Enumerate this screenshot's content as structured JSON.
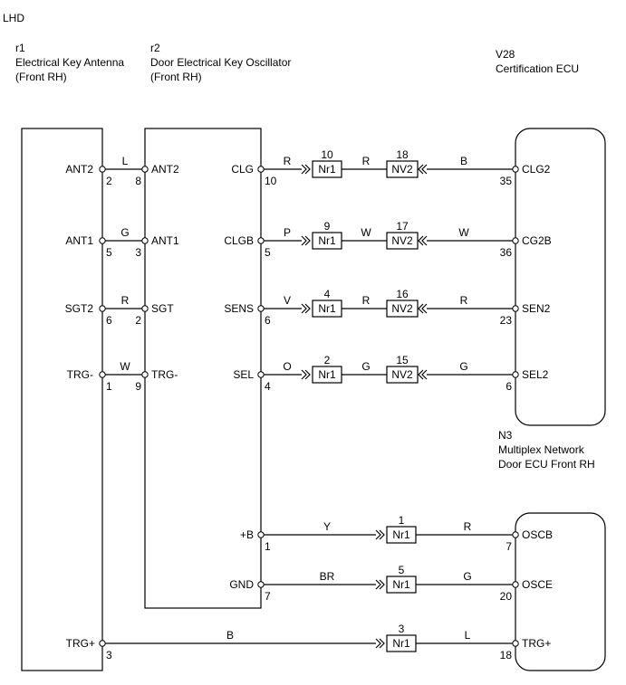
{
  "header": {
    "lhd": "LHD",
    "r1_code": "r1",
    "r1_name": "Electrical Key Antenna",
    "r1_sub": "(Front RH)",
    "r2_code": "r2",
    "r2_name": "Door Electrical Key Oscillator",
    "r2_sub": "(Front RH)",
    "v28_code": "V28",
    "v28_name": "Certification ECU",
    "n3_code": "N3",
    "n3_name1": "Multiplex Network",
    "n3_name2": "Door ECU Front RH"
  },
  "left_links": [
    {
      "r1_label": "ANT2",
      "r1_pin": "2",
      "wire": "L",
      "r2_pin": "8",
      "r2_label": "ANT2"
    },
    {
      "r1_label": "ANT1",
      "r1_pin": "5",
      "wire": "G",
      "r2_pin": "3",
      "r2_label": "ANT1"
    },
    {
      "r1_label": "SGT2",
      "r1_pin": "6",
      "wire": "R",
      "r2_pin": "2",
      "r2_label": "SGT"
    },
    {
      "r1_label": "TRG-",
      "r1_pin": "1",
      "wire": "W",
      "r2_pin": "9",
      "r2_label": "TRG-"
    }
  ],
  "upper_circuits": [
    {
      "r2_label": "CLG",
      "r2_pin": "10",
      "w1": "R",
      "c1_pin": "10",
      "c1": "Nr1",
      "w2": "R",
      "c2_pin": "18",
      "c2": "NV2",
      "w3": "B",
      "ecu_pin": "35",
      "ecu_label": "CLG2"
    },
    {
      "r2_label": "CLGB",
      "r2_pin": "5",
      "w1": "P",
      "c1_pin": "9",
      "c1": "Nr1",
      "w2": "W",
      "c2_pin": "17",
      "c2": "NV2",
      "w3": "W",
      "ecu_pin": "36",
      "ecu_label": "CG2B"
    },
    {
      "r2_label": "SENS",
      "r2_pin": "6",
      "w1": "V",
      "c1_pin": "4",
      "c1": "Nr1",
      "w2": "R",
      "c2_pin": "16",
      "c2": "NV2",
      "w3": "R",
      "ecu_pin": "23",
      "ecu_label": "SEN2"
    },
    {
      "r2_label": "SEL",
      "r2_pin": "4",
      "w1": "O",
      "c1_pin": "2",
      "c1": "Nr1",
      "w2": "G",
      "c2_pin": "15",
      "c2": "NV2",
      "w3": "G",
      "ecu_pin": "6",
      "ecu_label": "SEL2"
    }
  ],
  "lower_circuits": [
    {
      "src_label": "+B",
      "src_pin": "1",
      "w1": "Y",
      "c_pin": "1",
      "c": "Nr1",
      "w2": "R",
      "ecu_pin": "7",
      "ecu_label": "OSCB"
    },
    {
      "src_label": "GND",
      "src_pin": "7",
      "w1": "BR",
      "c_pin": "5",
      "c": "Nr1",
      "w2": "G",
      "ecu_pin": "20",
      "ecu_label": "OSCE"
    },
    {
      "src_label": "TRG+",
      "src_pin": "3",
      "w1": "B",
      "c_pin": "3",
      "c": "Nr1",
      "w2": "L",
      "ecu_pin": "18",
      "ecu_label": "TRG+"
    }
  ]
}
